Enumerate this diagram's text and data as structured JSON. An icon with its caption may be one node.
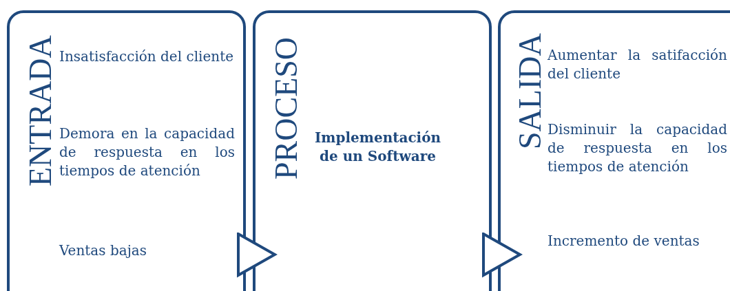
{
  "diagram": {
    "nodes": [
      {
        "text": [
          "ENTRADA",
          "Insatisfacción del cliente",
          "Demora en la capacidad de respuesta en los tiempos de atención",
          "Ventas bajas"
        ]
      },
      {
        "text": [
          "PROCESO",
          "Implementación de un Software"
        ]
      },
      {
        "text": [
          "SALIDA",
          "Aumentar la satifacción del cliente",
          "Disminuir la capacidad de respuesta en los tiempos de atención",
          "Incremento de ventas"
        ]
      }
    ],
    "edges": [
      {
        "from": 0,
        "to": 1,
        "arrow": "to"
      },
      {
        "from": 1,
        "to": 2,
        "arrow": "to"
      }
    ]
  }
}
